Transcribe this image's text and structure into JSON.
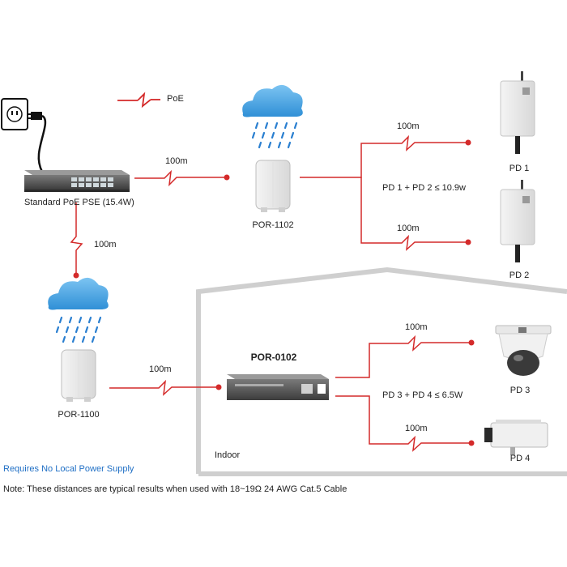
{
  "legend": {
    "poe": "PoE"
  },
  "devices": {
    "pse": "Standard PoE PSE (15.4W)",
    "por1102": "POR-1102",
    "por1100": "POR-1100",
    "por0102": "POR-0102",
    "pd1": "PD 1",
    "pd2": "PD 2",
    "pd3": "PD 3",
    "pd4": "PD 4"
  },
  "links": {
    "pse_to_por1102": "100m",
    "pse_to_por1100": "100m",
    "por1102_to_pd1": "100m",
    "por1102_to_pd2": "100m",
    "por1100_to_por0102": "100m",
    "por0102_to_pd3": "100m",
    "por0102_to_pd4": "100m"
  },
  "budgets": {
    "pd12": "PD 1 + PD 2 ≤ 10.9w",
    "pd34": "PD 3 + PD 4 ≤ 6.5W"
  },
  "indoor_label": "Indoor",
  "footer": {
    "requires": "Requires No Local Power Supply",
    "note": "Note: These distances are typical results when used with 18~19Ω 24 AWG Cat.5 Cable"
  },
  "colors": {
    "cable": "#d42a2a",
    "house": "#cfcfcf",
    "rain": "#2a7fd0",
    "cloud": "#49a6e6"
  }
}
